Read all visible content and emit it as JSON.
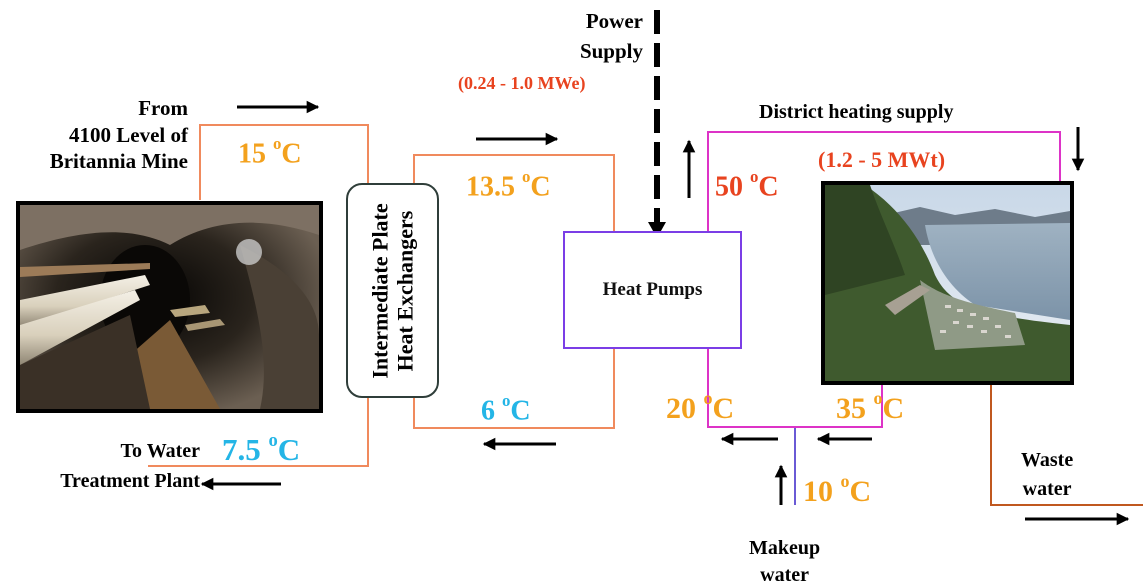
{
  "labels": {
    "power_supply_line1": "Power",
    "power_supply_line2": "Supply",
    "power_supply_range": "(0.24 - 1.0 MWe)",
    "from_line1": "From",
    "from_line2": "4100 Level of",
    "from_line3": "Britannia Mine",
    "heat_exchanger_line1": "Intermediate Plate",
    "heat_exchanger_line2": "Heat Exchangers",
    "heat_pumps": "Heat Pumps",
    "district_heating": "District heating supply",
    "district_heating_range": "(1.2 - 5 MWt)",
    "to_water_line1": "To Water",
    "to_water_line2": "Treatment Plant",
    "waste_line1": "Waste",
    "waste_line2": "water",
    "makeup_line1": "Makeup",
    "makeup_line2": "water"
  },
  "temperatures": {
    "mine_supply": {
      "value": "15",
      "unit": "C",
      "degree": "o"
    },
    "hx_out": {
      "value": "13.5",
      "unit": "C",
      "degree": "o"
    },
    "district_supply": {
      "value": "50",
      "unit": "C",
      "degree": "o"
    },
    "hx_return": {
      "value": "6",
      "unit": "C",
      "degree": "o"
    },
    "to_treatment": {
      "value": "7.5",
      "unit": "C",
      "degree": "o"
    },
    "hp_return": {
      "value": "20",
      "unit": "C",
      "degree": "o"
    },
    "district_return": {
      "value": "35",
      "unit": "C",
      "degree": "o"
    },
    "makeup": {
      "value": "10",
      "unit": "C",
      "degree": "o"
    }
  },
  "colors": {
    "mine_loop": "#f08a5d",
    "district_loop": "#dd33c7",
    "heat_pump_border": "#7b3ee6",
    "makeup_line": "#6a5ad5",
    "waste_line": "#c0581f",
    "temp_orange": "#f3a11d",
    "temp_cyan": "#24b5e6",
    "temp_red": "#e8431f",
    "power_text": "#e8431f"
  },
  "icons": {
    "mine_photo": "mine-tunnel-photo",
    "town_photo": "town-aerial-photo"
  }
}
